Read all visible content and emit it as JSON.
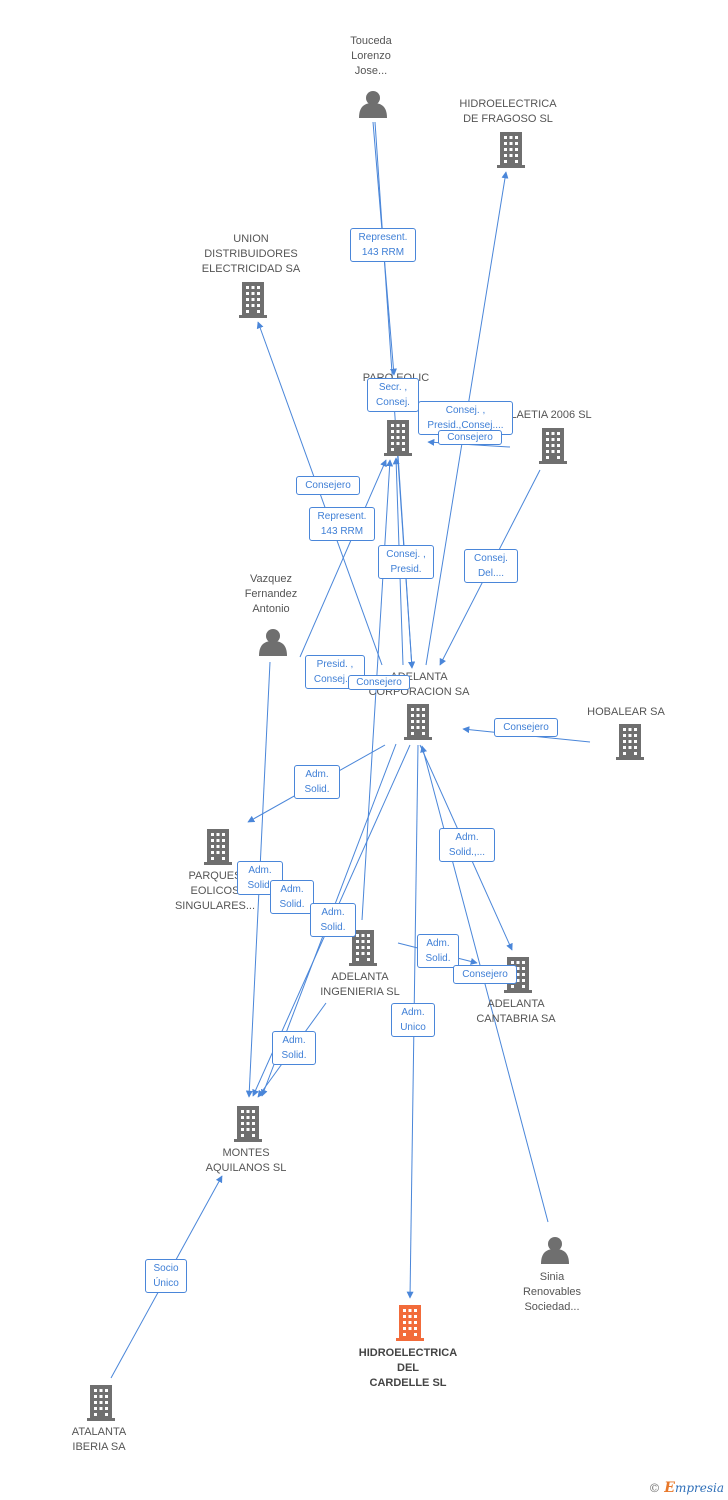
{
  "colors": {
    "edge": "#4a86d9",
    "node": "#6f6f6f",
    "focus": "#f26b3a"
  },
  "nodes": [
    {
      "id": "touceda",
      "type": "person",
      "label": "Touceda\nLorenzo\nJose..."
    },
    {
      "id": "hidro_fragoso",
      "type": "company",
      "label": "HIDROELECTRICA\nDE FRAGOSO SL"
    },
    {
      "id": "union",
      "type": "company",
      "label": "UNION\nDISTRIBUIDORES\nELECTRICIDAD SA"
    },
    {
      "id": "parque_eolic",
      "type": "company",
      "label": "PARQ EOLIC"
    },
    {
      "id": "laetia",
      "type": "company",
      "label": "LAETIA 2006 SL"
    },
    {
      "id": "vazquez",
      "type": "person",
      "label": "Vazquez\nFernandez\nAntonio"
    },
    {
      "id": "adelanta_corp",
      "type": "company",
      "label": "ADELANTA\nCORPORACION SA"
    },
    {
      "id": "hobalear",
      "type": "company",
      "label": "HOBALEAR SA"
    },
    {
      "id": "parques_singulares",
      "type": "company",
      "label": "PARQUES\nEOLICOS\nSINGULARES..."
    },
    {
      "id": "adelanta_ing",
      "type": "company",
      "label": "ADELANTA\nINGENIERIA SL"
    },
    {
      "id": "adelanta_cant",
      "type": "company",
      "label": "ADELANTA\nCANTABRIA SA"
    },
    {
      "id": "montes",
      "type": "company",
      "label": "MONTES\nAQUILANOS SL"
    },
    {
      "id": "sinia",
      "type": "person",
      "label": "Sinia\nRenovables\nSociedad..."
    },
    {
      "id": "hidro_cardelle",
      "type": "company",
      "label": "HIDROELECTRICA\nDEL\nCARDELLE SL",
      "focus": true
    },
    {
      "id": "atalanta",
      "type": "company",
      "label": "ATALANTA\nIBERIA SA"
    }
  ],
  "relations": [
    {
      "id": "r1",
      "label": "Represent.\n143 RRM"
    },
    {
      "id": "r2",
      "label": "Secr. ,\nConsej."
    },
    {
      "id": "r3",
      "label": "Consej. ,\nPresid.,Consej...."
    },
    {
      "id": "r4",
      "label": "Consejero"
    },
    {
      "id": "r5",
      "label": "Consejero"
    },
    {
      "id": "r6",
      "label": "Represent.\n143 RRM"
    },
    {
      "id": "r7",
      "label": "Consej. ,\nPresid."
    },
    {
      "id": "r8",
      "label": "Consej.\nDel...."
    },
    {
      "id": "r9",
      "label": "Presid. ,\nConsej...."
    },
    {
      "id": "r10",
      "label": "Consejero"
    },
    {
      "id": "r11",
      "label": "Consejero"
    },
    {
      "id": "r12",
      "label": "Adm.\nSolid."
    },
    {
      "id": "r13",
      "label": "Adm.\nSolid.,..."
    },
    {
      "id": "r14",
      "label": "Adm.\nSolid."
    },
    {
      "id": "r15",
      "label": "Adm.\nSolid."
    },
    {
      "id": "r16",
      "label": "Adm.\nSolid."
    },
    {
      "id": "r17",
      "label": "Adm.\nSolid."
    },
    {
      "id": "r18",
      "label": "Consejero"
    },
    {
      "id": "r19",
      "label": "Adm.\nUnico"
    },
    {
      "id": "r20",
      "label": "Adm.\nSolid."
    },
    {
      "id": "r21",
      "label": "Socio\nÚnico"
    }
  ],
  "footer": {
    "copyright": "©",
    "brand_first": "E",
    "brand_rest": "mpresia"
  }
}
